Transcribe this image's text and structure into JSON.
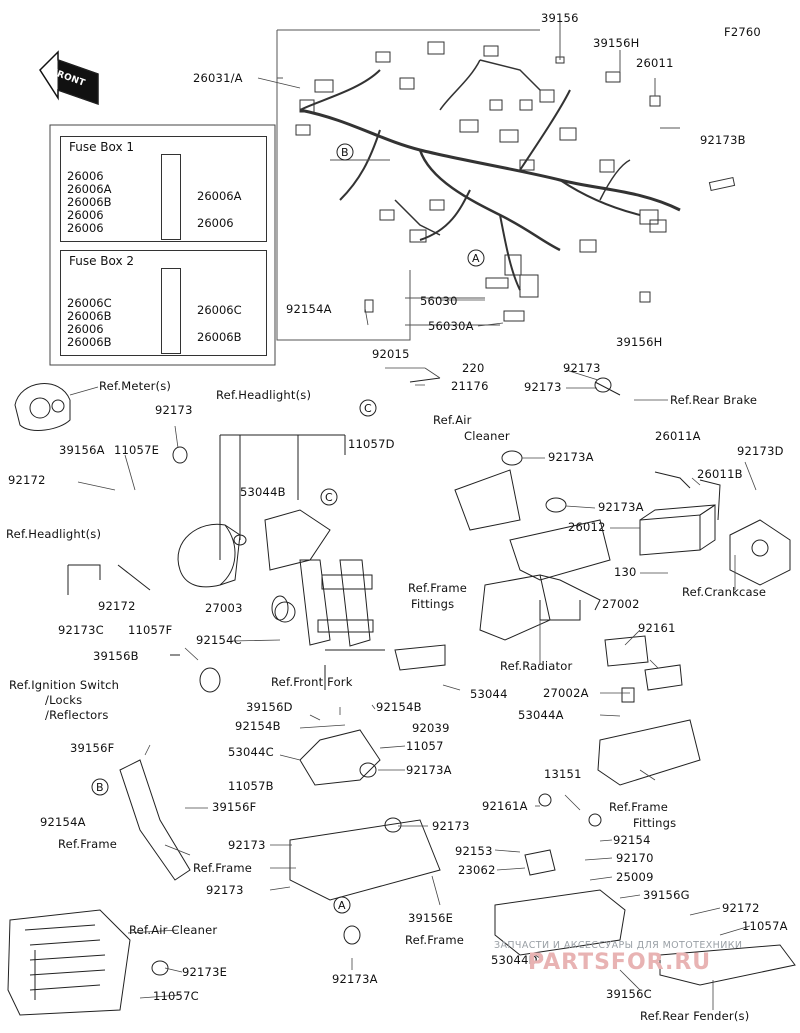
{
  "figure_code": "F2760",
  "front_label": "FRONT",
  "callouts": {
    "A": "A",
    "B": "B",
    "C": "C"
  },
  "fuse_box_1": {
    "title": "Fuse Box 1",
    "rows": [
      "26006",
      "26006A",
      "26006B",
      "26006",
      "26006"
    ],
    "right": [
      "26006A",
      "26006"
    ]
  },
  "fuse_box_2": {
    "title": "Fuse Box 2",
    "rows": [
      "26006C",
      "26006B",
      "26006",
      "26006B"
    ],
    "right": [
      "26006C",
      "26006B"
    ]
  },
  "parts": {
    "p39156_top": "39156",
    "p39156H_top": "39156H",
    "p26011": "26011",
    "p26031A": "26031/A",
    "p92173B": "92173B",
    "p92154A_top": "92154A",
    "p56030": "56030",
    "p56030A": "56030A",
    "p39156H_bot": "39156H",
    "p92015": "92015",
    "p220": "220",
    "p21176": "21176",
    "p92173_rb1": "92173",
    "p92173_rb2": "92173",
    "ref_rear_brake": "Ref.Rear Brake",
    "ref_meter": "Ref.Meter(s)",
    "p92173_m": "92173",
    "p39156A": "39156A",
    "p11057E": "11057E",
    "p92172_l": "92172",
    "ref_headlight_top": "Ref.Headlight(s)",
    "p11057D": "11057D",
    "p53044B": "53044B",
    "ref_air_cleaner_top": "Ref.Air",
    "ref_air_cleaner_top2": "Cleaner",
    "p92173A_1": "92173A",
    "p92173A_2": "92173A",
    "p26011A": "26011A",
    "p26011B": "26011B",
    "p92173D": "92173D",
    "p26012": "26012",
    "p130": "130",
    "ref_crankcase": "Ref.Crankcase",
    "ref_headlight_left": "Ref.Headlight(s)",
    "p92172_m": "92172",
    "p92173C": "92173C",
    "p11057F": "11057F",
    "p27003": "27003",
    "p92154C": "92154C",
    "ref_front_fork": "Ref.Front Fork",
    "ref_frame_fittings_top1": "Ref.Frame",
    "ref_frame_fittings_top2": "Fittings",
    "ref_radiator": "Ref.Radiator",
    "p27002": "27002",
    "p92161": "92161",
    "p27002A": "27002A",
    "p53044A": "53044A",
    "p39156B": "39156B",
    "ref_ignition1": "Ref.Ignition Switch",
    "ref_ignition2": "/Locks",
    "ref_ignition3": "/Reflectors",
    "p53044": "53044",
    "p39156D": "39156D",
    "p92154B_1": "92154B",
    "p92154B_2": "92154B",
    "p92039": "92039",
    "p11057": "11057",
    "p53044C": "53044C",
    "p92173A_3": "92173A",
    "p11057B": "11057B",
    "p39156F_1": "39156F",
    "p39156F_2": "39156F",
    "p92154A_b": "92154A",
    "ref_frame_1": "Ref.Frame",
    "p92173_b1": "92173",
    "p92173_b2": "92173",
    "ref_frame_2": "Ref.Frame",
    "p92173_b3": "92173",
    "p39156E": "39156E",
    "ref_frame_3": "Ref.Frame",
    "p92173A_4": "92173A",
    "p13151": "13151",
    "p92161A": "92161A",
    "p92154": "92154",
    "p92153": "92153",
    "p92170": "92170",
    "p23062": "23062",
    "p25009": "25009",
    "p39156G": "39156G",
    "p92172_r": "92172",
    "p11057A": "11057A",
    "p53044D": "53044D",
    "p39156C": "39156C",
    "ref_rear_fender": "Ref.Rear Fender(s)",
    "ref_frame_fittings_r1": "Ref.Frame",
    "ref_frame_fittings_r2": "Fittings",
    "ref_air_cleaner_bot": "Ref.Air Cleaner",
    "p92173E": "92173E",
    "p11057C": "11057C"
  },
  "watermark": {
    "line1": "ЗАПЧАСТИ И АКСЕССУАРЫ ДЛЯ МОТОТЕХНИКИ",
    "line2": "PARTSFOR.RU"
  }
}
